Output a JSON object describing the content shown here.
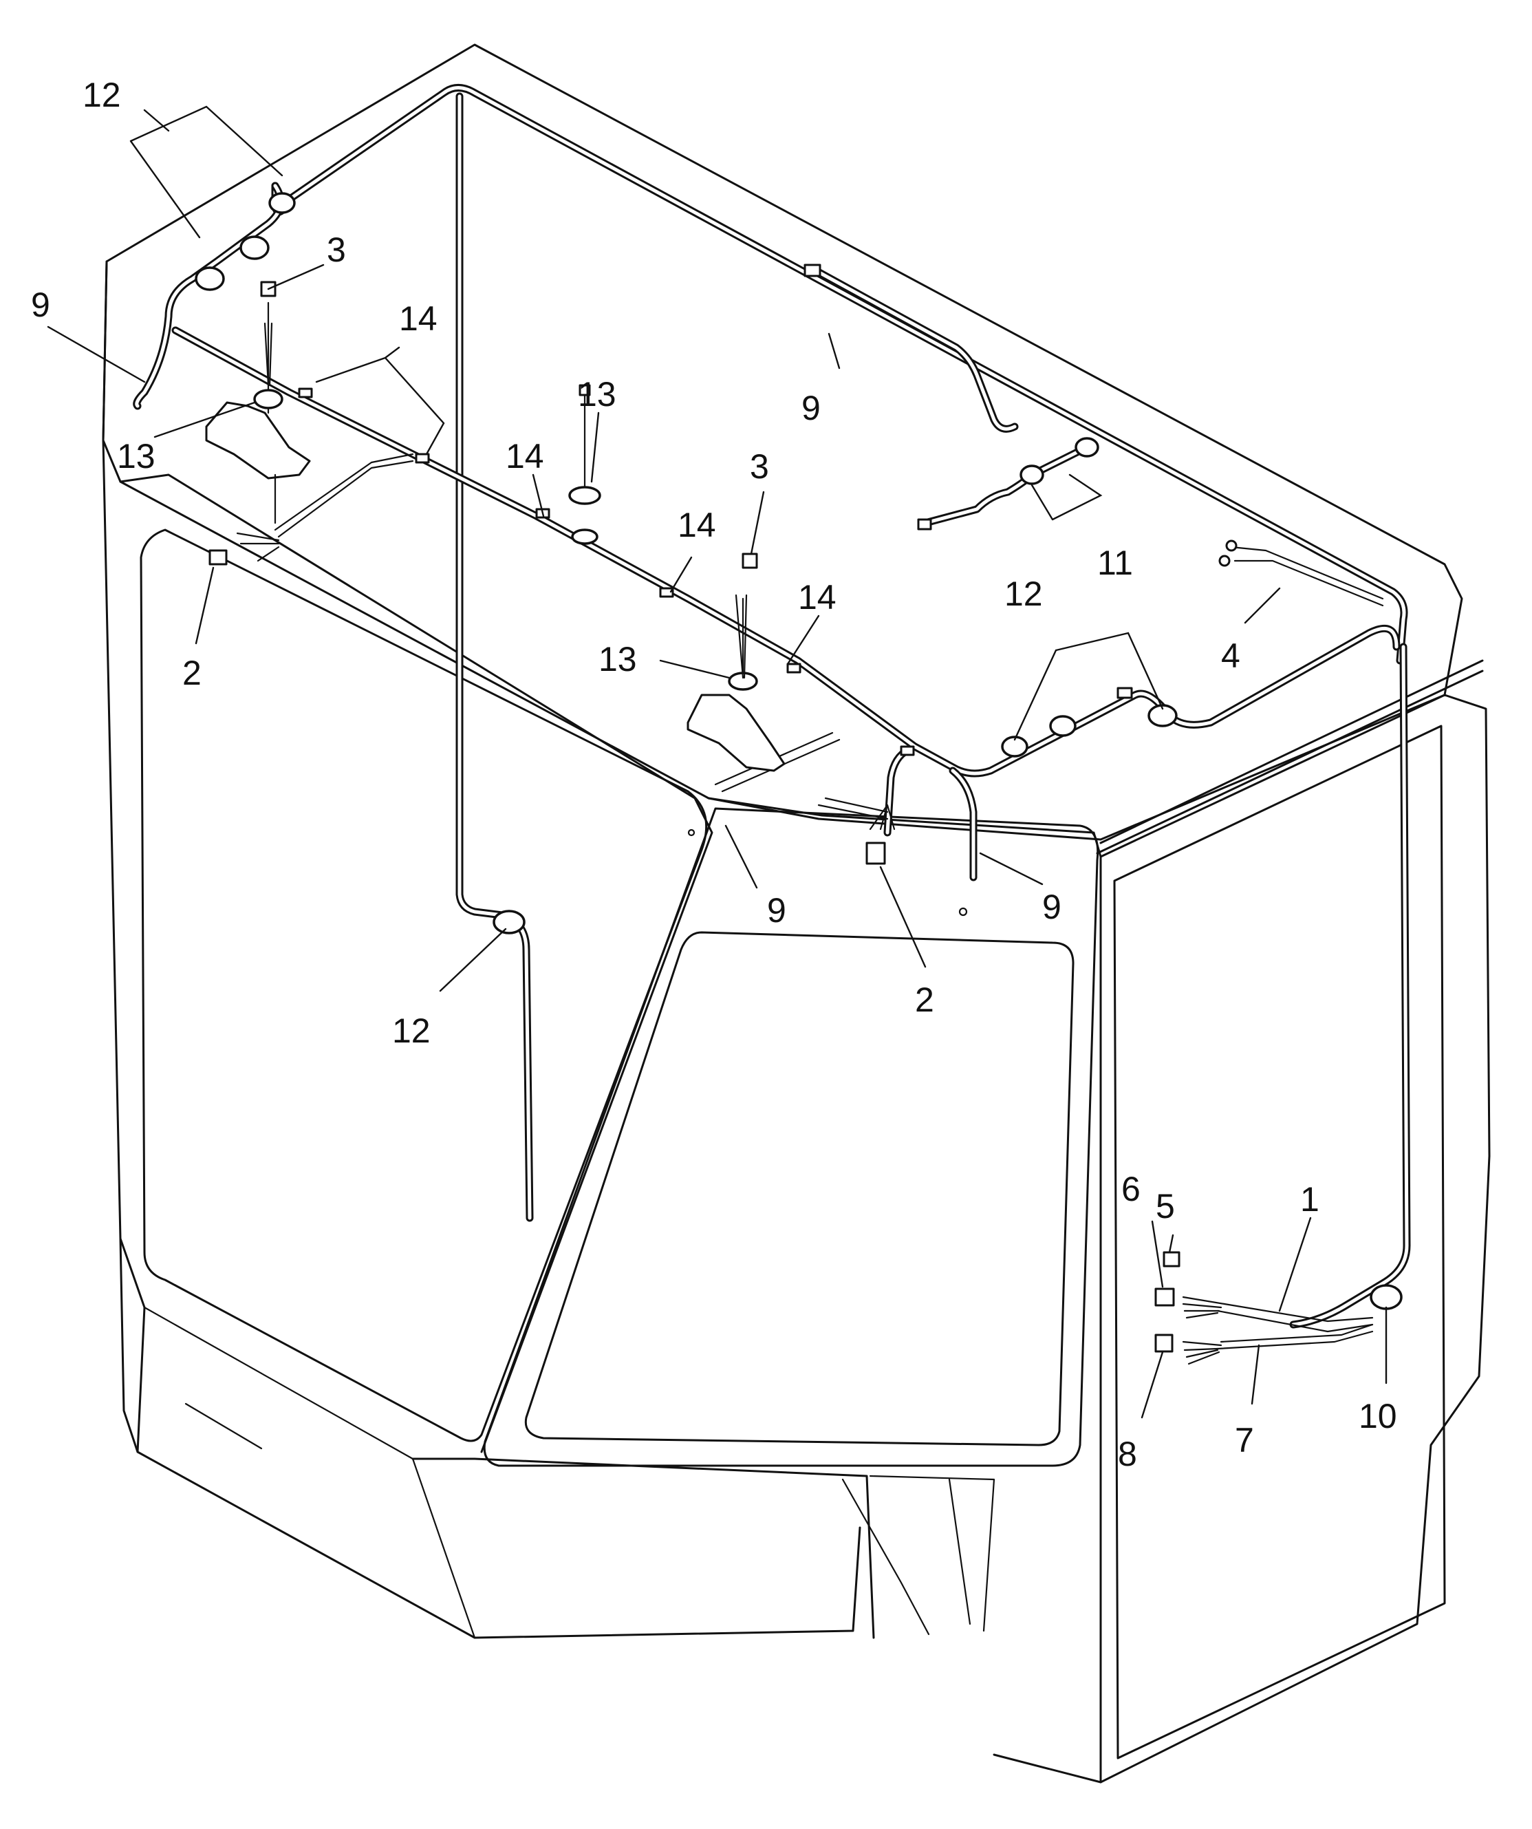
{
  "callouts": {
    "c12_top_left": "12",
    "c9_left": "9",
    "c3_left": "3",
    "c14_left": "14",
    "c13_left": "13",
    "c2_left": "2",
    "c13_mid": "13",
    "c14_mid": "14",
    "c3_mid": "3",
    "c14_center": "14",
    "c14_right": "14",
    "c13_center": "13",
    "c9_top": "9",
    "c11": "11",
    "c4": "4",
    "c12_right": "12",
    "c9_center": "9",
    "c2_center": "2",
    "c9_right": "9",
    "c12_pillar": "12",
    "c5": "5",
    "c6": "6",
    "c1": "1",
    "c10": "10",
    "c8": "8",
    "c7": "7"
  }
}
